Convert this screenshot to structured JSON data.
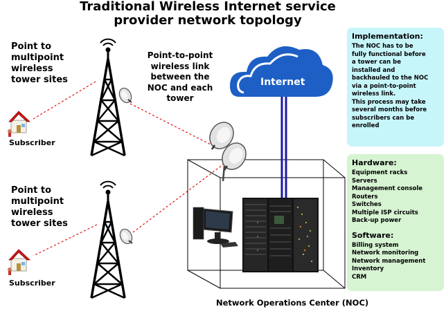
{
  "title": "Traditional Wireless Internet service\nprovider network topology",
  "tower_label": "Point to\nmultipoint\nwireless\ntower sites",
  "p2p_label": "Point-to-point\nwireless link\nbetween the\nNOC and each\ntower",
  "subscriber_label": "Subscriber",
  "internet_label": "Internet",
  "noc_label": "Network Operations Center (NOC)",
  "implementation": {
    "heading": "Implementation:",
    "text": "The NOC has to be\nfully functional before\na tower can be\ninstalled and\nbackhauled to the NOC\nvia a point-to-point\nwireless link.\nThis process may take\nseveral months before\nsubscribers can be\nenrolled"
  },
  "hardware": {
    "heading": "Hardware:",
    "items": [
      "Equipment racks",
      "Servers",
      "Management console",
      "Routers",
      "Switches",
      "Multiple ISP circuits",
      "Back-up power"
    ]
  },
  "software": {
    "heading": "Software:",
    "items": [
      "Billing system",
      "Network monitoring",
      "Network management",
      "Inventory",
      "CRM"
    ]
  },
  "colors": {
    "implementation_bg": "#c6f5fa",
    "hardware_bg": "#d6f3d2",
    "cloud": "#1d5fc4",
    "backhaul_line": "#1a1aa6",
    "link_dashed": "#e01010"
  }
}
